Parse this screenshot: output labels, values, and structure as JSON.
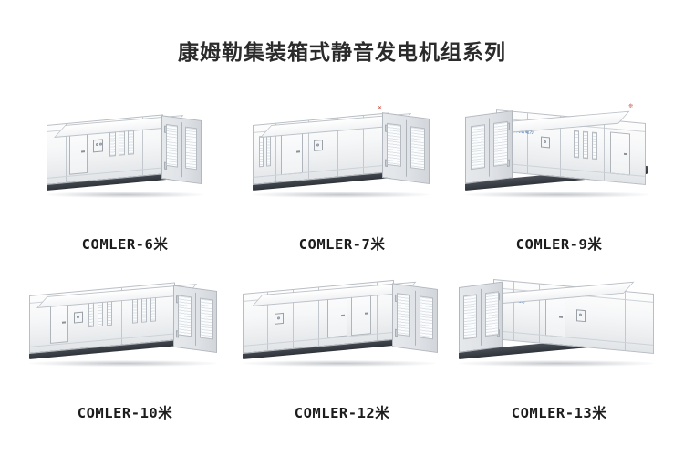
{
  "poster": {
    "title": "康姆勒集装箱式静音发电机组系列",
    "background_color": "#ffffff",
    "title_color": "#2b2b2b"
  },
  "products": [
    {
      "caption": "COMLER-6米",
      "brand_mark": "",
      "logo": ""
    },
    {
      "caption": "COMLER-7米",
      "brand_mark": "✕",
      "logo": ""
    },
    {
      "caption": "COMLER-9米",
      "brand_mark": "❊",
      "logo": "康姆勒电力"
    },
    {
      "caption": "COMLER-10米",
      "brand_mark": "",
      "logo": ""
    },
    {
      "caption": "COMLER-12米",
      "brand_mark": "",
      "logo": ""
    },
    {
      "caption": "COMLER-13米",
      "brand_mark": "",
      "logo": "康姆勒电力"
    }
  ],
  "colors": {
    "body": "#f6f7f8",
    "body_shadow": "#e2e5e8",
    "outline": "#b9bec4",
    "base": "#2f333a",
    "louver": "#dfe3e7",
    "accent_red": "#c0392b",
    "accent_blue": "#2d5fa8"
  }
}
